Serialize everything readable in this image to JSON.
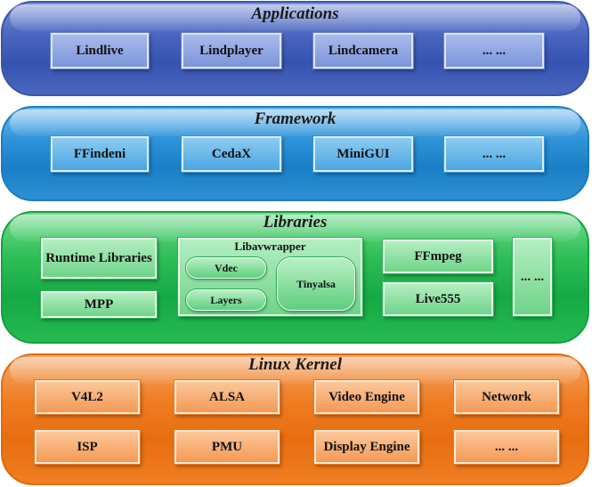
{
  "applications": {
    "title": "Applications",
    "items": [
      "Lindlive",
      "Lindplayer",
      "Lindcamera",
      "... ..."
    ]
  },
  "framework": {
    "title": "Framework",
    "items": [
      "FFindeni",
      "CedaX",
      "MiniGUI",
      "... ..."
    ]
  },
  "libraries": {
    "title": "Libraries",
    "runtime": "Runtime Libraries",
    "mpp": "MPP",
    "libavwrapper": {
      "title": "Libavwrapper",
      "vdec": "Vdec",
      "layers": "Layers",
      "tinyalsa": "Tinyalsa"
    },
    "ffmpeg": "FFmpeg",
    "live555": "Live555",
    "more": "... ..."
  },
  "kernel": {
    "title": "Linux Kernel",
    "row1": [
      "V4L2",
      "ALSA",
      "Video Engine",
      "Network"
    ],
    "row2": [
      "ISP",
      "PMU",
      "Display Engine",
      "... ..."
    ]
  },
  "colors": {
    "applications": "#3553b0",
    "framework": "#1a7fc6",
    "libraries": "#16a944",
    "kernel": "#e86d10"
  }
}
